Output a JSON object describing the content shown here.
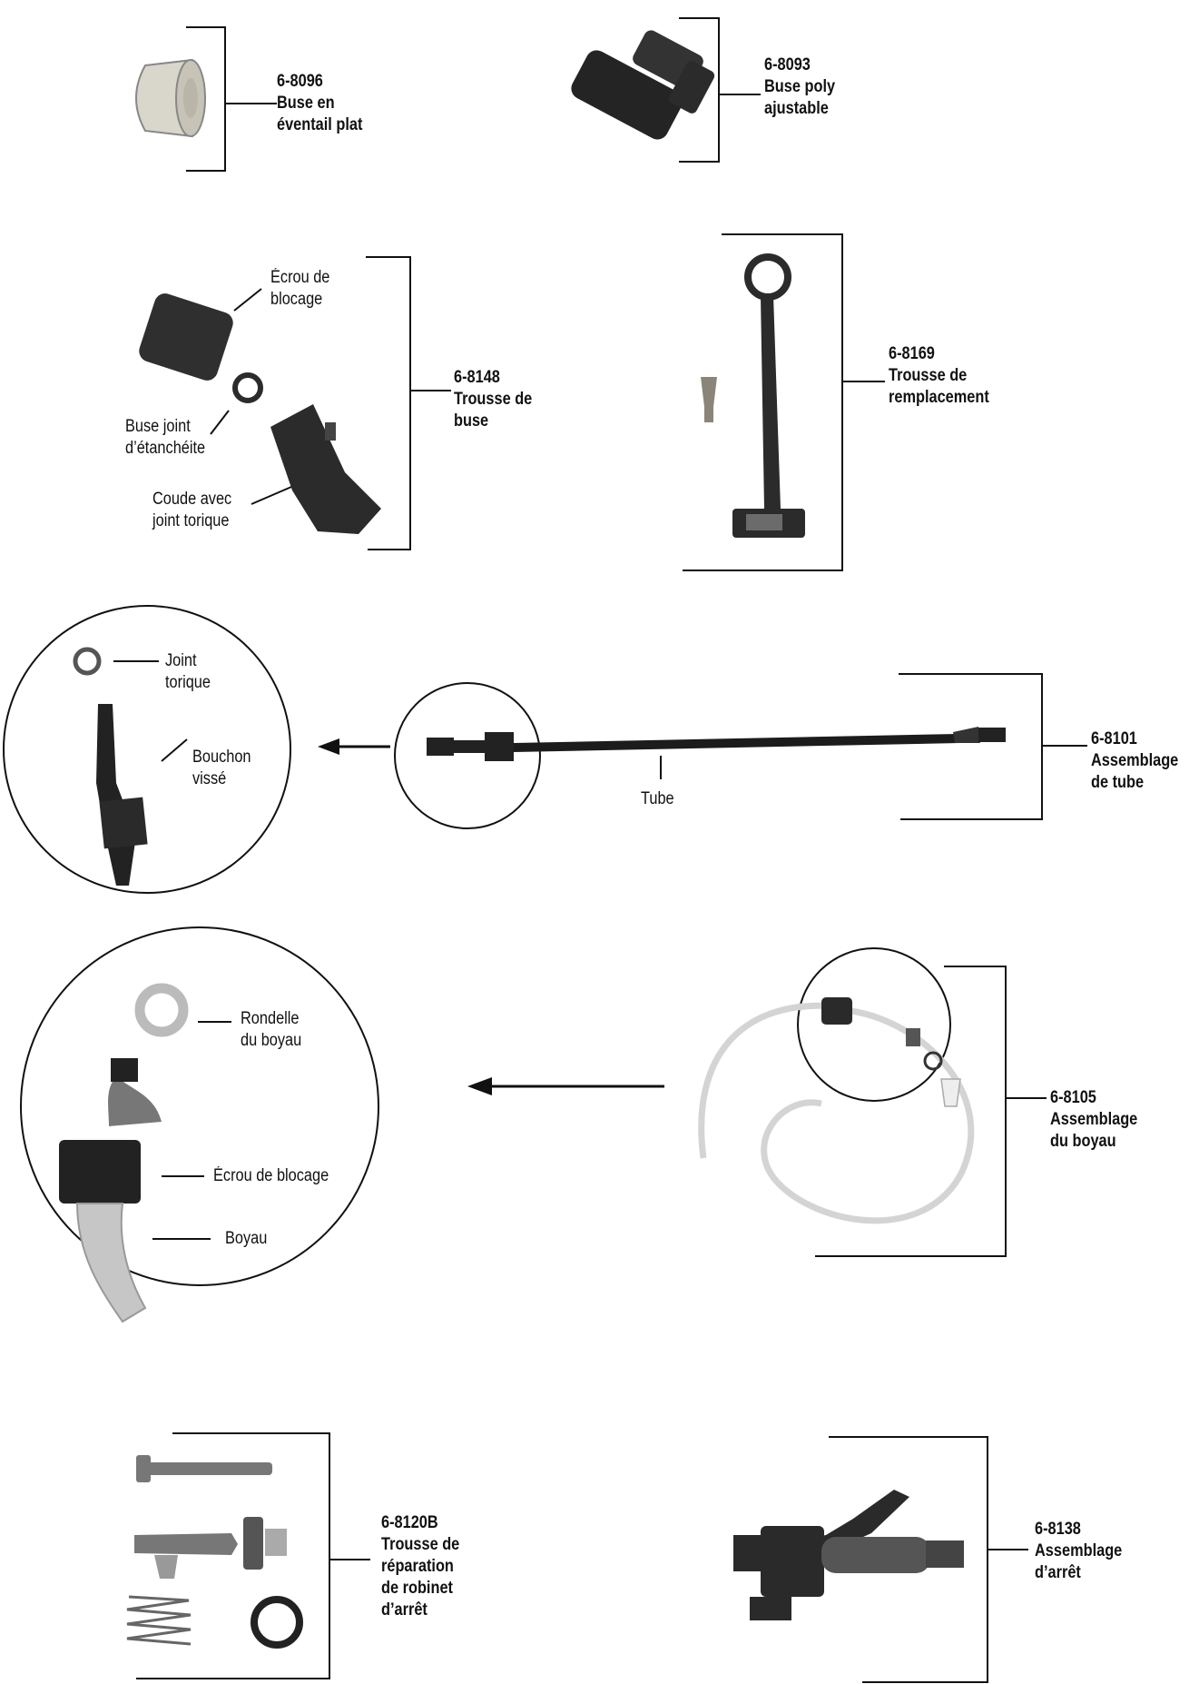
{
  "parts": {
    "p8096": {
      "number": "6-8096",
      "name_lines": [
        "Buse en",
        "éventail plat"
      ]
    },
    "p8093": {
      "number": "6-8093",
      "name_lines": [
        "Buse poly",
        "ajustable"
      ]
    },
    "p8148": {
      "number": "6-8148",
      "name_lines": [
        "Trousse de",
        "buse"
      ]
    },
    "p8169": {
      "number": "6-8169",
      "name_lines": [
        "Trousse de",
        "remplacement"
      ]
    },
    "p8101": {
      "number": "6-8101",
      "name_lines": [
        "Assemblage",
        "de tube"
      ]
    },
    "p8105": {
      "number": "6-8105",
      "name_lines": [
        "Assemblage",
        "du boyau"
      ]
    },
    "p8120b": {
      "number": "6-8120B",
      "name_lines": [
        "Trousse de",
        "réparation",
        "de robinet",
        "d’arrêt"
      ]
    },
    "p8138": {
      "number": "6-8138",
      "name_lines": [
        "Assemblage",
        "d’arrêt"
      ]
    }
  },
  "callouts": {
    "ecrou_blocage_top": [
      "Écrou de",
      "blocage"
    ],
    "buse_joint": [
      "Buse joint",
      "d’étanchéite"
    ],
    "coude": [
      "Coude avec",
      "joint torique"
    ],
    "joint_torique": [
      "Joint",
      "torique"
    ],
    "bouchon": [
      "Bouchon",
      "vissé"
    ],
    "tube": [
      "Tube"
    ],
    "rondelle": [
      "Rondelle",
      "du boyau"
    ],
    "ecrou_blocage_bottom": [
      "Écrou de blocage"
    ],
    "boyau": [
      "Boyau"
    ]
  },
  "colors": {
    "ink": "#111111",
    "dark_plastic": "#2b2b2b",
    "light_plastic": "#d9d6cc",
    "hose": "#dcdcdc"
  }
}
